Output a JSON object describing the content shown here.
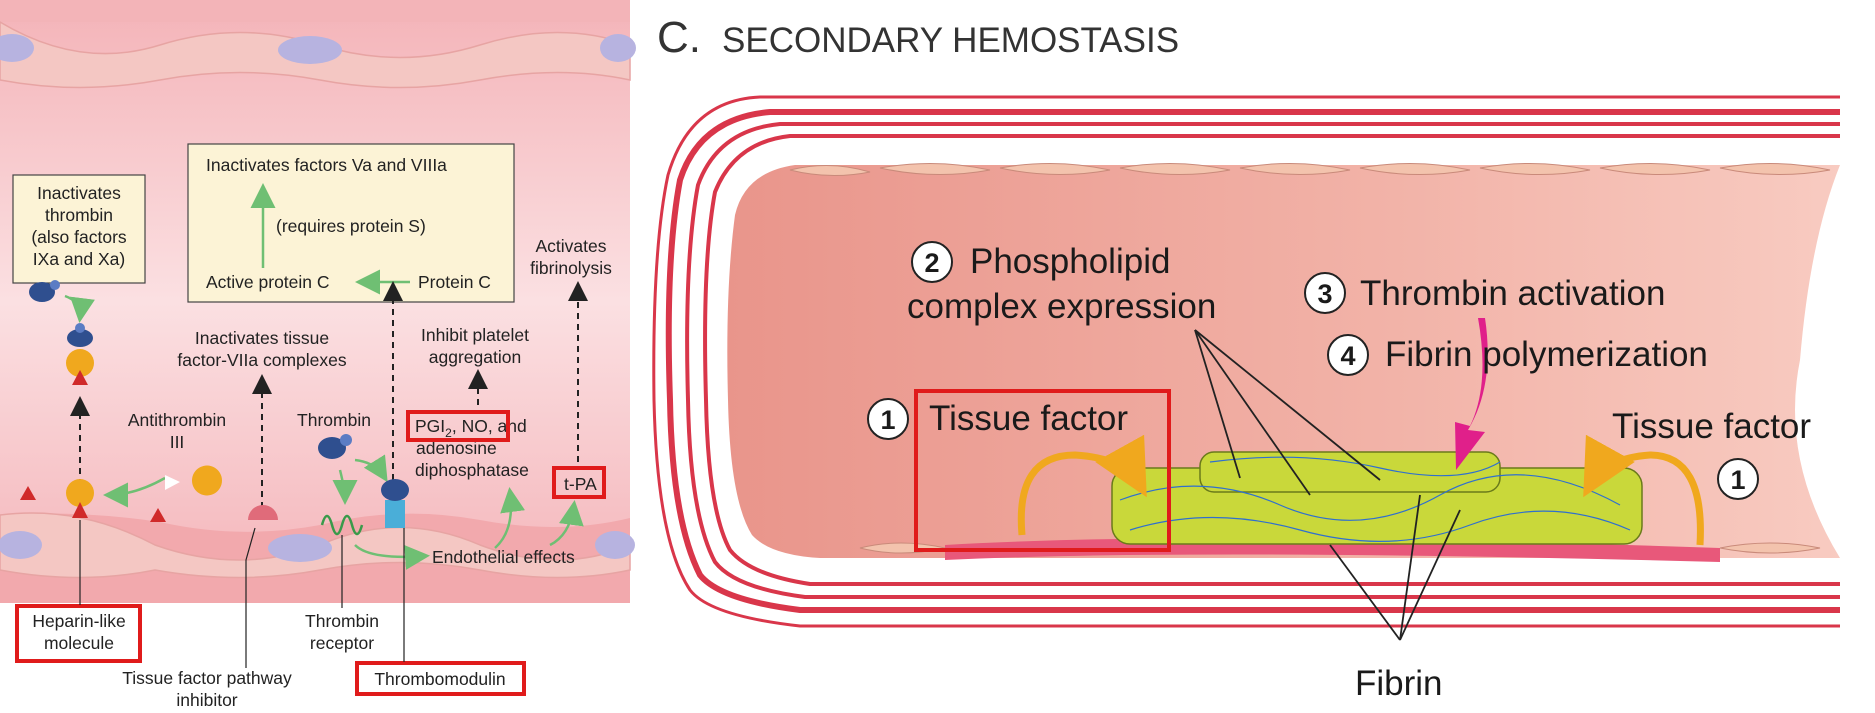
{
  "left_panel": {
    "box_thrombin": [
      "Inactivates",
      "thrombin",
      "(also factors",
      "IXa and Xa)"
    ],
    "box_protein_c": {
      "top": "Inactivates factors Va and VIIIa",
      "middle": "(requires protein S)",
      "active_protein_c": "Active protein C",
      "protein_c": "Protein C"
    },
    "activates_fibrinolysis": [
      "Activates",
      "fibrinolysis"
    ],
    "inactivates_tf": [
      "Inactivates tissue",
      "factor-VIIa complexes"
    ],
    "inhibit_platelet": [
      "Inhibit platelet",
      "aggregation"
    ],
    "antithrombin": [
      "Antithrombin",
      "III"
    ],
    "thrombin": "Thrombin",
    "pgi_line1_a": "PGI",
    "pgi_sub": "2",
    "pgi_line1_b": ", NO, and",
    "pgi_line2": "adenosine",
    "pgi_line3": "diphosphatase",
    "tpa": "t-PA",
    "endothelial_effects": "Endothelial effects",
    "heparin": [
      "Heparin-like",
      "molecule"
    ],
    "tfpi": [
      "Tissue factor pathway",
      "inhibitor"
    ],
    "thrombin_receptor": [
      "Thrombin",
      "receptor"
    ],
    "thrombomodulin": "Thrombomodulin"
  },
  "right_panel": {
    "title_letter": "C.",
    "title": "SECONDARY HEMOSTASIS",
    "step1_num": "1",
    "step1_label": "Tissue factor",
    "step2_num": "2",
    "step2_label": [
      "Phospholipid",
      "complex expression"
    ],
    "step3_num": "3",
    "step3_label": "Thrombin activation",
    "step4_num": "4",
    "step4_label": "Fibrin polymerization",
    "tf_right_label": "Tissue factor",
    "tf_right_num": "1",
    "fibrin": "Fibrin"
  },
  "colors": {
    "highlight": "#e01b1b",
    "lumen_left": "#f7c6c9",
    "vessel_wall": "#d9364a",
    "endothelium": "#f3c3ad",
    "clot": "#c9d83a",
    "arrow_orange": "#f0a81e",
    "arrow_magenta": "#e0208a",
    "arrow_green": "#6fbf73"
  }
}
